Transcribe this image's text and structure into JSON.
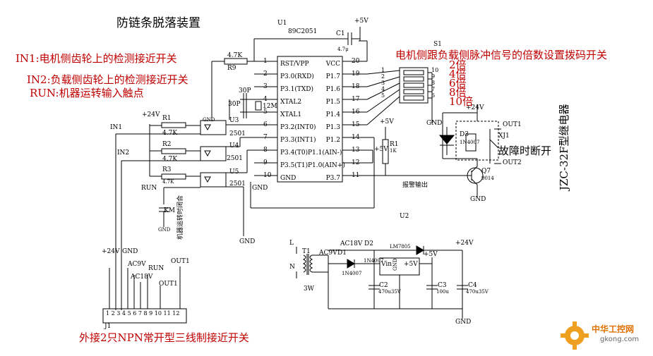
{
  "title": "防链条脱落装置",
  "notes": {
    "in1": "IN1:电机侧齿轮上的检测接近开关",
    "in2": "IN2:负载侧齿轮上的检测接近开关",
    "run": "RUN:机器运转输入触点",
    "dip": "电机侧跟负载侧脉冲信号的倍数设置拨码开关",
    "external": "外接2只NPN常开型三线制接近开关",
    "fault": "故障时断开",
    "relay": "JZC-32F型继电器",
    "alarm": "报警输出",
    "run_vertical": "机器运转时闭合"
  },
  "multipliers": [
    "2倍",
    "4倍",
    "6倍",
    "8倍",
    "10倍"
  ],
  "ic": {
    "ref": "U1",
    "part": "89C2051",
    "left_pins": [
      {
        "num": "1",
        "name": "RST/VPP"
      },
      {
        "num": "2",
        "name": "P3.0(RXD)"
      },
      {
        "num": "3",
        "name": "P3.1(TXD)"
      },
      {
        "num": "4",
        "name": "XTAL2"
      },
      {
        "num": "5",
        "name": "XTAL1"
      },
      {
        "num": "6",
        "name": "P3.2(INT0)"
      },
      {
        "num": "7",
        "name": "P3.3(INT1)"
      },
      {
        "num": "8",
        "name": "P3.4(T0)"
      },
      {
        "num": "9",
        "name": "P3.5(T1)"
      },
      {
        "num": "10",
        "name": "GND"
      }
    ],
    "right_pins": [
      {
        "num": "20",
        "name": "VCC"
      },
      {
        "num": "19",
        "name": "P1.7"
      },
      {
        "num": "18",
        "name": "P1.6"
      },
      {
        "num": "17",
        "name": "P1.5"
      },
      {
        "num": "16",
        "name": "P1.4"
      },
      {
        "num": "15",
        "name": "P1.3"
      },
      {
        "num": "14",
        "name": "P1.2"
      },
      {
        "num": "13",
        "name": "P1.1(AIN-)"
      },
      {
        "num": "12",
        "name": "P1.0(AIN+)"
      },
      {
        "num": "11",
        "name": "P3.7"
      }
    ]
  },
  "components": {
    "c1": "C1",
    "c1_val": "4.7μ",
    "r9": "R9",
    "r9_val": "4.7K",
    "c30a": "30P",
    "c30b": "30P",
    "xtal": "12M",
    "plus5v": "+5V",
    "plus24v": "+24V",
    "gnd": "GND",
    "s1": "S1",
    "dip_left": [
      "1",
      "2",
      "3",
      "4",
      "5"
    ],
    "dip_right": [
      "10",
      "9",
      "8",
      "7",
      "6"
    ],
    "r1": "R1",
    "r1_val": "4.7K",
    "r2": "R2",
    "r2_val": "4.7K",
    "r3": "R3",
    "r3_val": "4.7K",
    "u3": "U3",
    "u4": "U4",
    "u5": "U5",
    "opto": "2501",
    "rk": "R1",
    "rk_val": "1K",
    "q7": "Q7",
    "q7_val": "9014",
    "d3": "D3",
    "d3_val": "1N4007",
    "xj1": "XJ1",
    "out1": "OUT1",
    "out2": "OUT2",
    "in1": "IN1",
    "in2": "IN2",
    "run": "RUN",
    "km": "KM",
    "u2": "U2",
    "l": "L",
    "n": "N",
    "t1": "T1",
    "t1_w": "3W",
    "ac9v": "AC9V",
    "ac18v": "AC18V",
    "d1": "D1",
    "d1_val": "1N4007",
    "d2": "D2",
    "d2_val": "1N4007",
    "reg": "LM7805",
    "vin": "Vin",
    "vout": "+5V",
    "reg_gnd": "GND",
    "c2": "C2",
    "c2_val": "470u35V",
    "c3": "C3",
    "c3_val": "100u",
    "c4": "C4",
    "c4_val": "470u35V",
    "j1": "J1",
    "conn_pins": [
      "1",
      "2",
      "3",
      "4",
      "5",
      "6",
      "7",
      "8",
      "9",
      "10",
      "11",
      "12"
    ],
    "conn_labels": {
      "p24": "+24V",
      "gnd": "GND",
      "ac9": "AC9V",
      "ac18": "AC18V",
      "run": "RUN",
      "out1a": "OUT1",
      "out1b": "OUT1"
    }
  },
  "watermark": {
    "name": "中华工控网",
    "url": "gkong.com"
  }
}
